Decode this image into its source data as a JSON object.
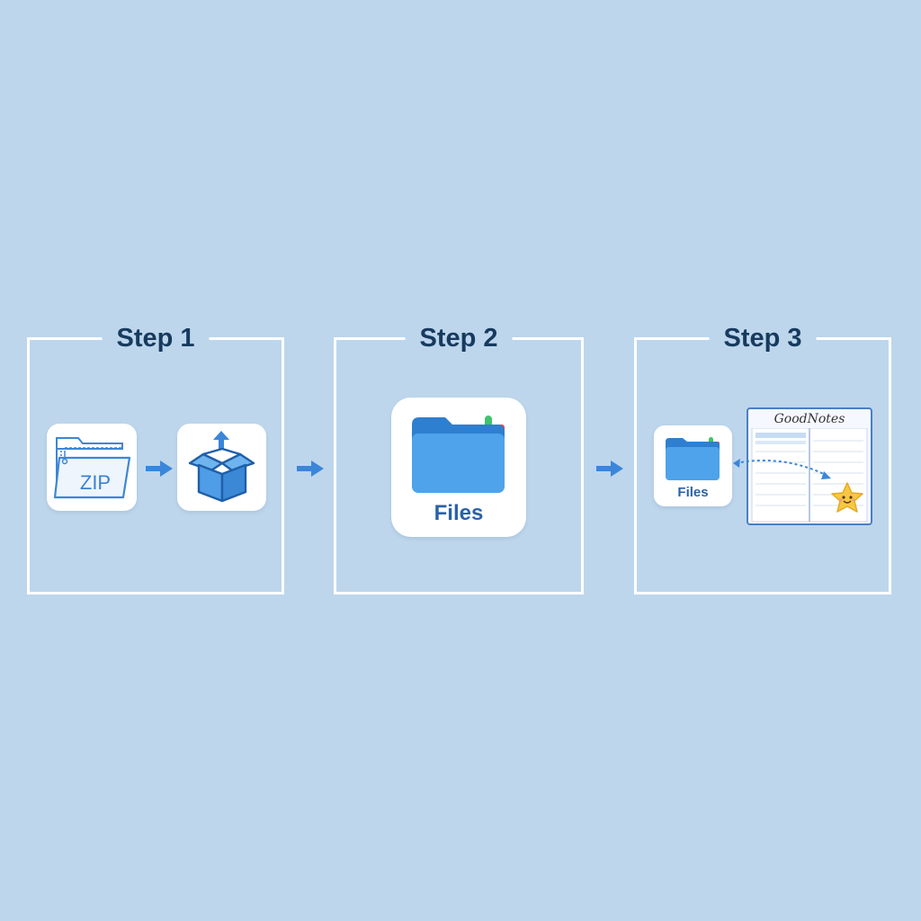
{
  "steps": [
    {
      "title": "Step 1",
      "zip_label": "ZIP"
    },
    {
      "title": "Step 2",
      "files_label": "Files"
    },
    {
      "title": "Step 3",
      "files_label": "Files",
      "notebook_title": "GoodNotes"
    }
  ],
  "colors": {
    "background": "#bdd6ec",
    "frame": "#ffffff",
    "title": "#173a5e",
    "folder": "#4ea3ea",
    "folder_dark": "#2f7fd0",
    "arrow": "#3b86d9",
    "star": "#f7c843",
    "tab_green": "#3ec46d",
    "tab_red": "#e24a4a"
  }
}
